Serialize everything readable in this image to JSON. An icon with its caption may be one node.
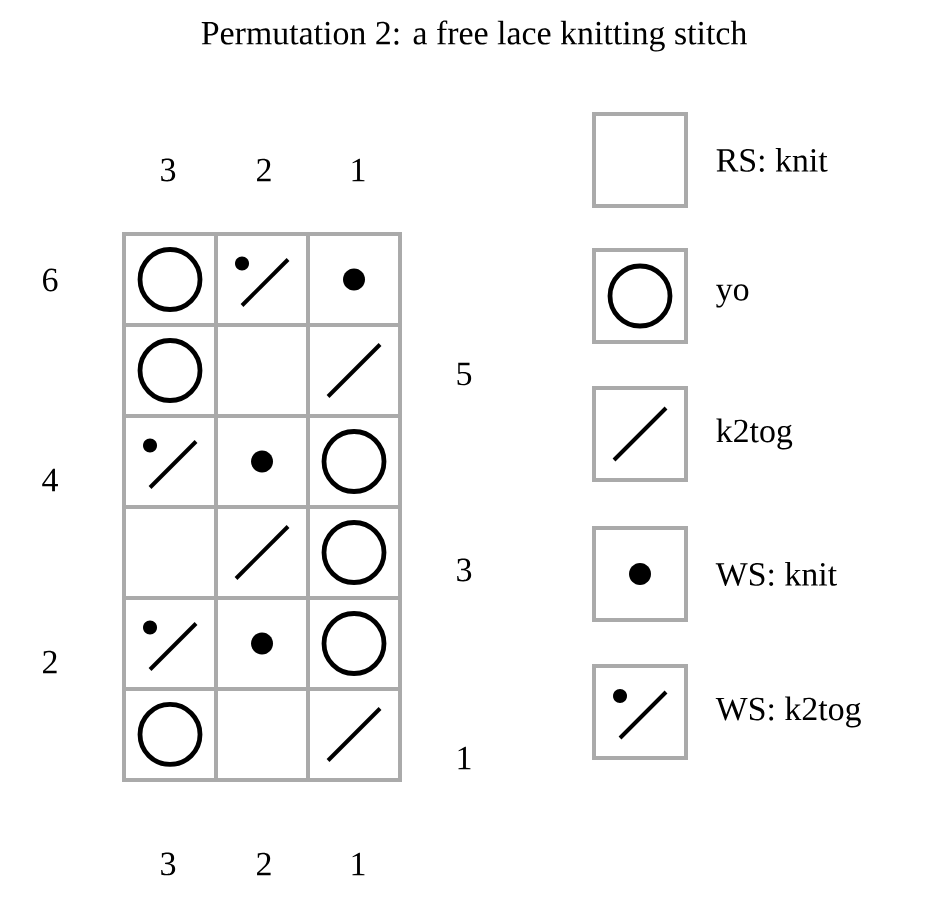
{
  "diagram": {
    "title": "Permutation 2: a free lace knitting stitch",
    "labels": [
      "3",
      "2",
      "1",
      "6",
      "5",
      "4",
      "3",
      "2",
      "1",
      "3",
      "2",
      "1"
    ],
    "legend": [
      {
        "text": "RS: knit"
      },
      {
        "text": "yo"
      },
      {
        "text": "k2tog"
      },
      {
        "text": "WS: knit"
      },
      {
        "text": "WS: k2tog"
      }
    ]
  }
}
